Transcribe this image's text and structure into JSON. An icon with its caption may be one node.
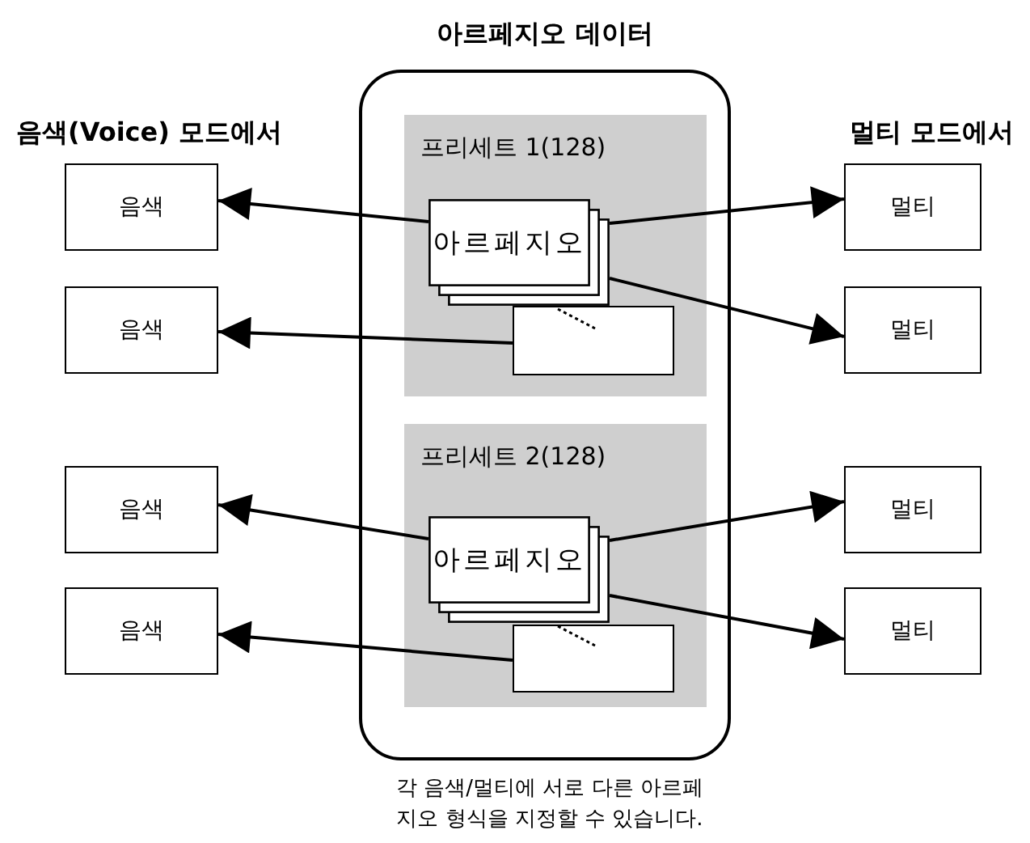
{
  "diagram": {
    "caption": "각 음색/멀티에 서로 다른 아르페지오 형식을 지정할 수 있습니다.",
    "nodes": [
      {
        "text": [
          "아르페지오 데이터"
        ]
      },
      {
        "text": [
          "프리세트 1(128)"
        ],
        "in": 0
      },
      {
        "text": [
          "아르페지오"
        ],
        "in": 1
      },
      {
        "text": [],
        "shape": "box",
        "in": 1
      },
      {
        "text": [
          "프리세트 2(128)"
        ],
        "in": 0
      },
      {
        "text": [
          "아르페지오"
        ],
        "in": 4
      },
      {
        "text": [],
        "shape": "box",
        "in": 4
      },
      {
        "text": [
          "음색"
        ]
      },
      {
        "text": [
          "음색"
        ]
      },
      {
        "text": [
          "음색"
        ]
      },
      {
        "text": [
          "음색"
        ]
      },
      {
        "text": [
          "멀티"
        ]
      },
      {
        "text": [
          "멀티"
        ]
      },
      {
        "text": [
          "멀티"
        ]
      },
      {
        "text": [
          "멀티"
        ]
      }
    ],
    "edges": [
      {
        "from": 2,
        "to": 7,
        "arrow": "to"
      },
      {
        "from": 2,
        "to": 11,
        "arrow": "to"
      },
      {
        "from": 3,
        "to": 8,
        "arrow": "to"
      },
      {
        "from": 2,
        "to": 12,
        "arrow": "to"
      },
      {
        "from": 5,
        "to": 9,
        "arrow": "to"
      },
      {
        "from": 5,
        "to": 13,
        "arrow": "to"
      },
      {
        "from": 6,
        "to": 10,
        "arrow": "to"
      },
      {
        "from": 5,
        "to": 14,
        "arrow": "to"
      }
    ],
    "labels": [
      "음색(Voice) 모드에서",
      "멀티 모드에서"
    ]
  }
}
